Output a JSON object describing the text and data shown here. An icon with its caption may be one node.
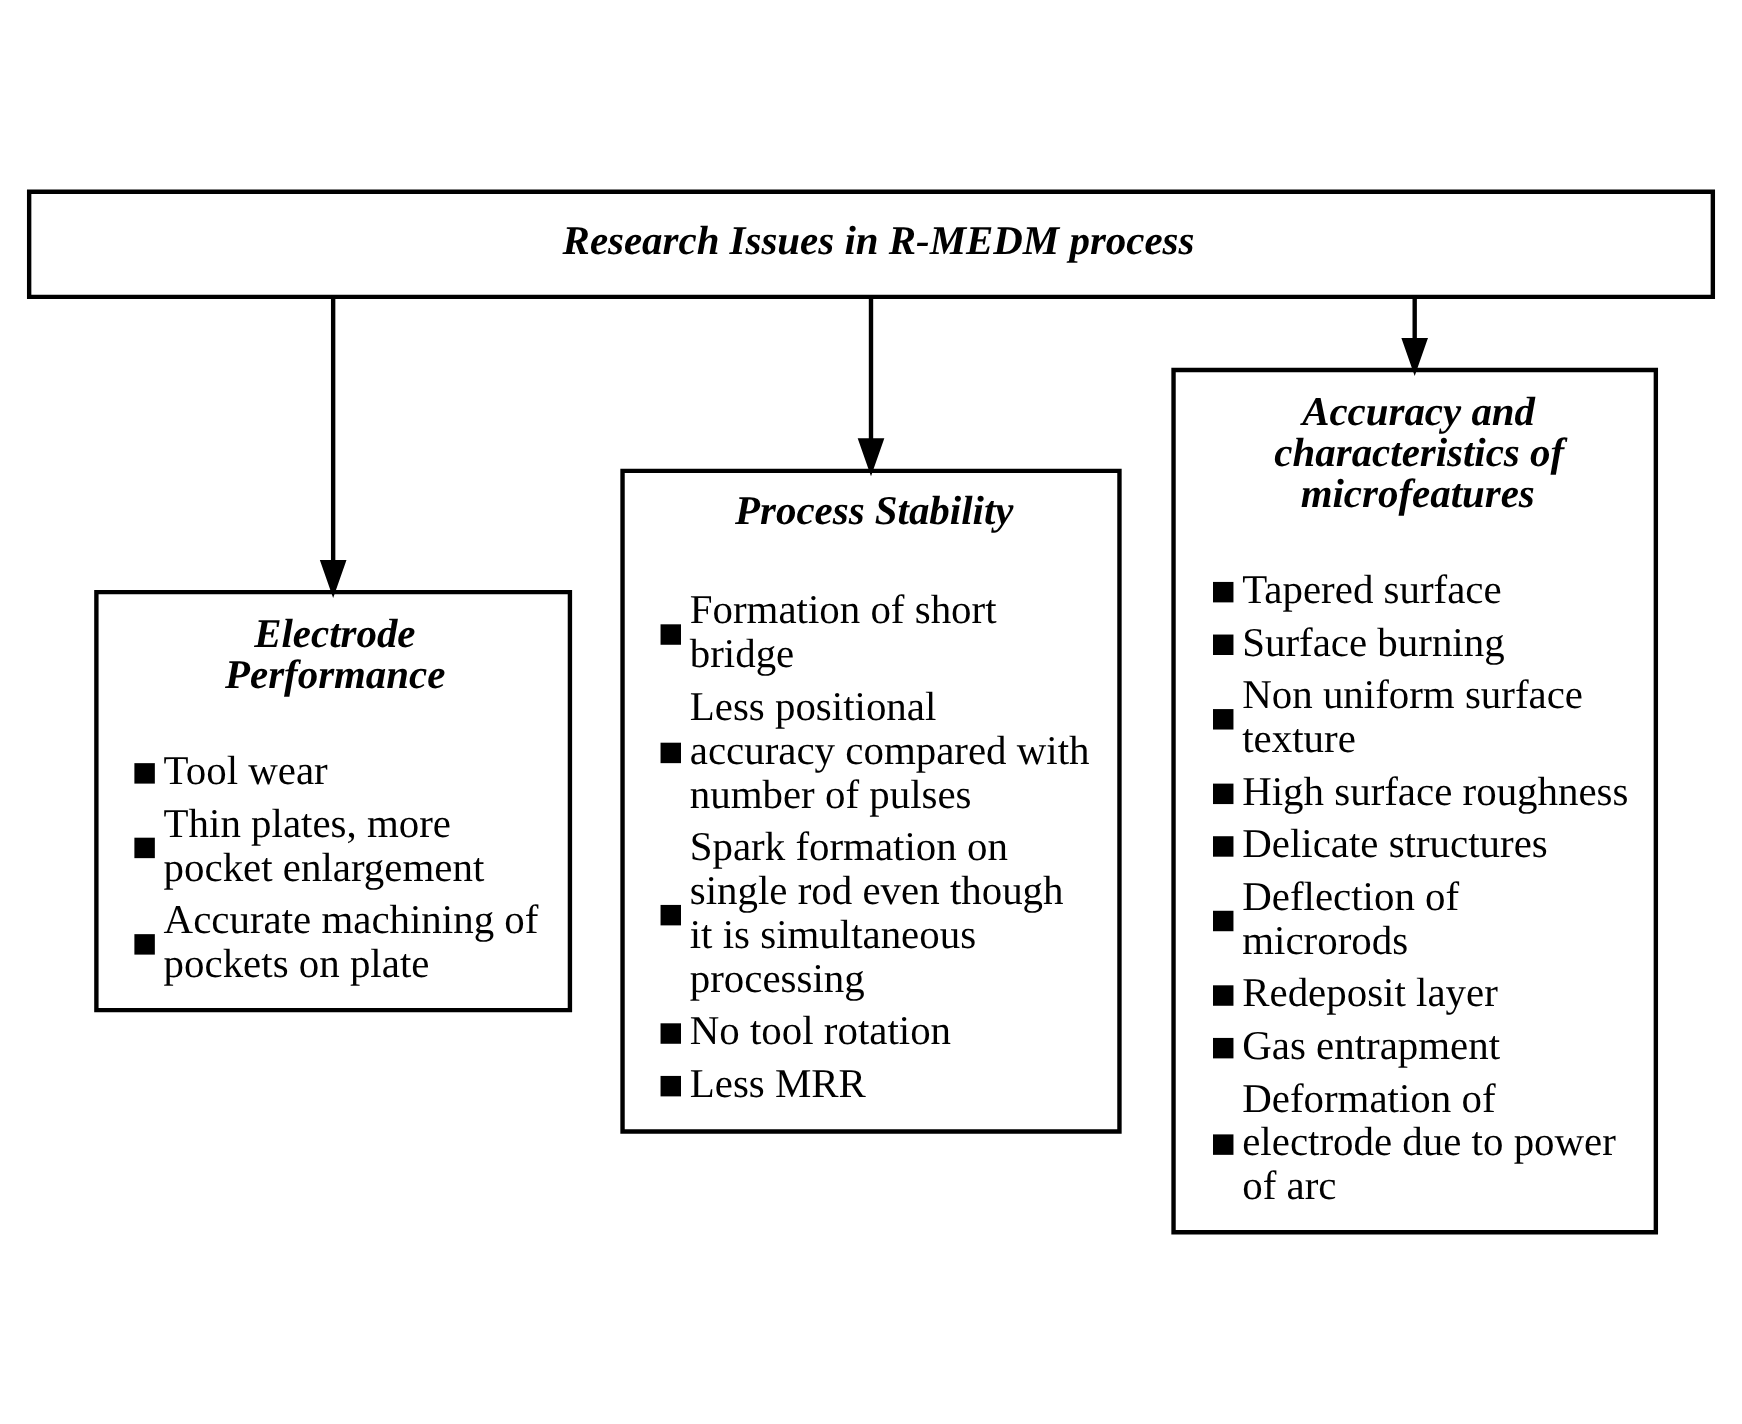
{
  "diagram": {
    "nodes": [
      {
        "text": [
          "Research Issues in R-MEDM process"
        ]
      },
      {
        "text": [
          "Electrode Performance",
          "Tool wear",
          "Thin plates, more pocket enlargement",
          "Accurate machining of pockets on plate"
        ]
      },
      {
        "text": [
          "Process Stability",
          "Formation of short bridge",
          "Less positional accuracy compared with number of pulses",
          "Spark formation on single rod even though it is simultaneous processing",
          "No tool rotation",
          "Less MRR"
        ]
      },
      {
        "text": [
          "Accuracy and characteristics of microfeatures",
          "Tapered surface",
          "Surface burning",
          "Non uniform surface texture",
          "High surface roughness",
          "Delicate structures",
          "Deflection of microrods",
          "Redeposit layer",
          "Gas entrapment",
          "Deformation of electrode due to power of arc"
        ]
      }
    ],
    "edges": [
      {
        "from": 0,
        "to": 1,
        "arrow": "to"
      },
      {
        "from": 0,
        "to": 2,
        "arrow": "to"
      },
      {
        "from": 0,
        "to": 3,
        "arrow": "to"
      }
    ]
  }
}
